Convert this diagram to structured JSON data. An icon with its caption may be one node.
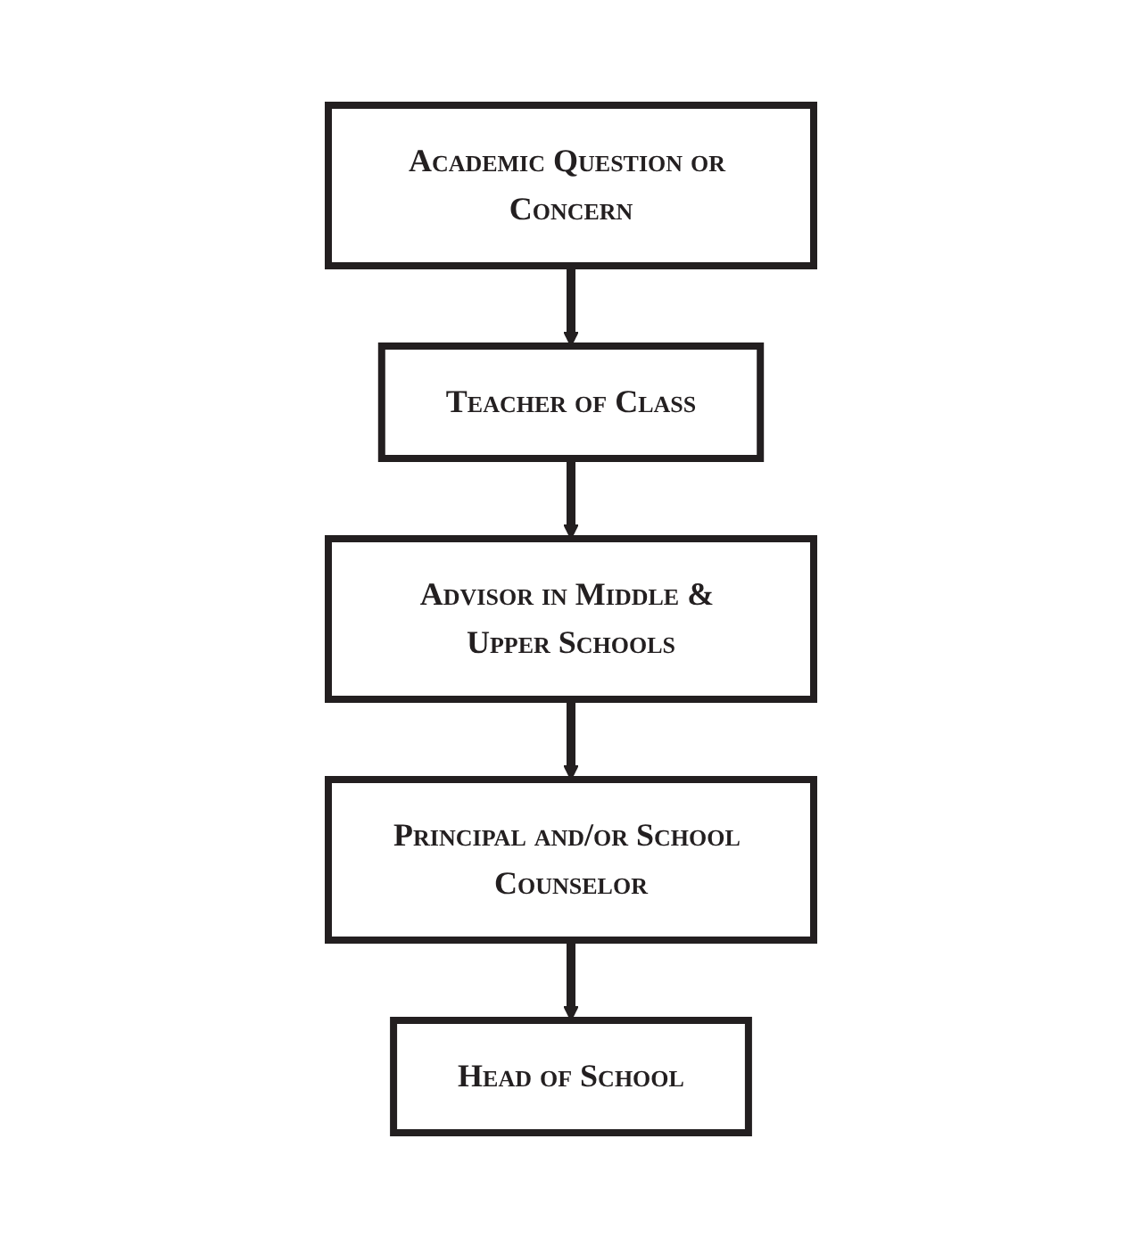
{
  "diagram": {
    "nodes": [
      {
        "text": [
          "Academic Question or Concern"
        ]
      },
      {
        "text": [
          "Teacher of Class"
        ]
      },
      {
        "text": [
          "Advisor in Middle & Upper Schools"
        ]
      },
      {
        "text": [
          "Principal and/or School Counselor"
        ]
      },
      {
        "text": [
          "Head of School"
        ]
      }
    ],
    "edges": [
      {
        "from": 0,
        "to": 1,
        "arrow": "to"
      },
      {
        "from": 1,
        "to": 2,
        "arrow": "to"
      },
      {
        "from": 2,
        "to": 3,
        "arrow": "to"
      },
      {
        "from": 3,
        "to": 4,
        "arrow": "to"
      }
    ]
  }
}
